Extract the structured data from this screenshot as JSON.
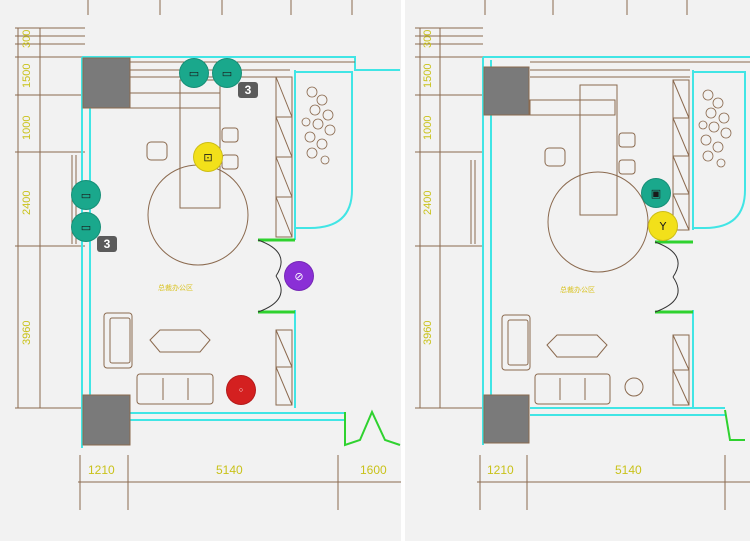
{
  "colors": {
    "canvas": "#f2f2f2",
    "wall_cyan": "#41e5e5",
    "dimension_yellow": "#c9c21a",
    "furniture_brown": "#8b6a4f",
    "column_gray": "#7a7a7a",
    "door_green": "#2fd22f",
    "marker_teal": "#1aa88c",
    "marker_yellow": "#f2e01a",
    "marker_purple": "#8a2fd6",
    "marker_red": "#d42020",
    "badge_gray": "#5b5b5b"
  },
  "room_label": "总裁办公区",
  "left_plan": {
    "vertical_dims": [
      "300",
      "1500",
      "1000",
      "2400",
      "3960"
    ],
    "horizontal_dims": [
      "1210",
      "5140",
      "1600"
    ],
    "markers": [
      {
        "name": "teal-desk-marker-1",
        "color": "teal",
        "icon": "desk-icon"
      },
      {
        "name": "teal-desk-marker-2",
        "color": "teal",
        "icon": "desk-icon"
      },
      {
        "name": "teal-desk-marker-3",
        "color": "teal",
        "icon": "desk-icon"
      },
      {
        "name": "teal-desk-marker-4",
        "color": "teal",
        "icon": "desk-icon"
      },
      {
        "name": "yellow-outlet-marker",
        "color": "yellow",
        "icon": "power-outlet-icon"
      },
      {
        "name": "purple-door-marker",
        "color": "purple",
        "icon": "door-handle-icon"
      },
      {
        "name": "red-item-marker",
        "color": "red",
        "icon": "round-item-icon"
      }
    ],
    "badges": [
      "3",
      "3"
    ]
  },
  "right_plan": {
    "vertical_dims": [
      "300",
      "1500",
      "1000",
      "2400",
      "3960"
    ],
    "horizontal_dims": [
      "1210",
      "5140"
    ],
    "markers": [
      {
        "name": "teal-outlet-marker",
        "color": "teal",
        "icon": "socket-icon"
      },
      {
        "name": "yellow-glass-marker",
        "color": "yellow",
        "icon": "wine-glass-icon"
      }
    ]
  }
}
